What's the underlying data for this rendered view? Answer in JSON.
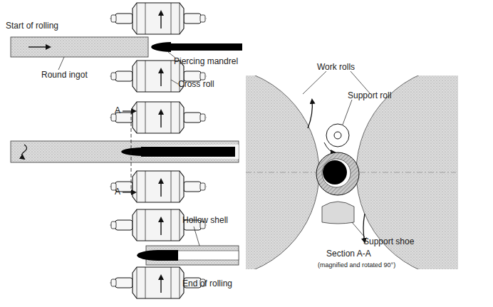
{
  "diagram": {
    "labels": [
      "Start of rolling",
      "Piercing mandrel",
      "Round ingot",
      "Cross roll",
      "A",
      "A",
      "Hollow shell",
      "End of rolling",
      "Work rolls",
      "Support roll",
      "Support shoe",
      "Section A-A",
      "(magnified and rotated 90°)"
    ]
  }
}
